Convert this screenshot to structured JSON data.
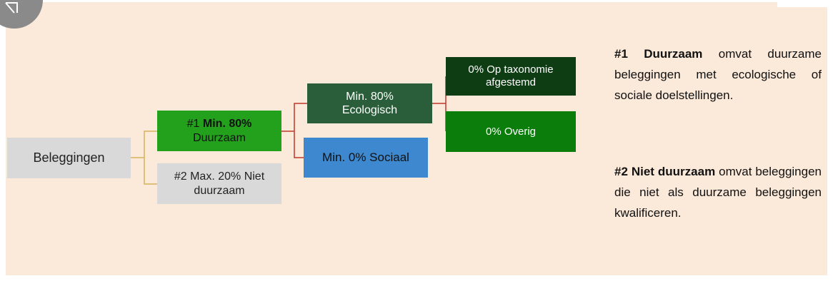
{
  "diagram": {
    "root": {
      "label": "Beleggingen"
    },
    "duurzaam": {
      "prefix": "#1",
      "bold": "Min. 80%",
      "label": "Duurzaam"
    },
    "niet_duurzaam": {
      "line1": "#2 Max. 20% Niet",
      "line2": "duurzaam"
    },
    "ecologisch": {
      "line1": "Min. 80%",
      "line2": "Ecologisch"
    },
    "sociaal": {
      "label": "Min. 0% Sociaal"
    },
    "taxonomie": {
      "line1": "0% Op taxonomie",
      "line2": "afgestemd"
    },
    "overig": {
      "label": "0% Overig"
    }
  },
  "legend": {
    "item1": {
      "bold": "#1 Duurzaam",
      "text": "omvat duurzame beleggingen met ecologische of sociale doelstellingen."
    },
    "item2": {
      "bold": "#2 Niet duurzaam",
      "text": "omvat beleggingen die niet als duurzame beleggingen kwalificeren."
    }
  },
  "colors": {
    "panel": "#fbe9da",
    "duurzaam": "#23a01c",
    "niet_duurzaam": "#d9d9d9",
    "ecologisch": "#2a5e3a",
    "sociaal": "#3d88cf",
    "taxonomie": "#0e3d14",
    "overig": "#0b7d0b",
    "connector_gold": "#d4b25a",
    "connector_red": "#c0392b"
  }
}
